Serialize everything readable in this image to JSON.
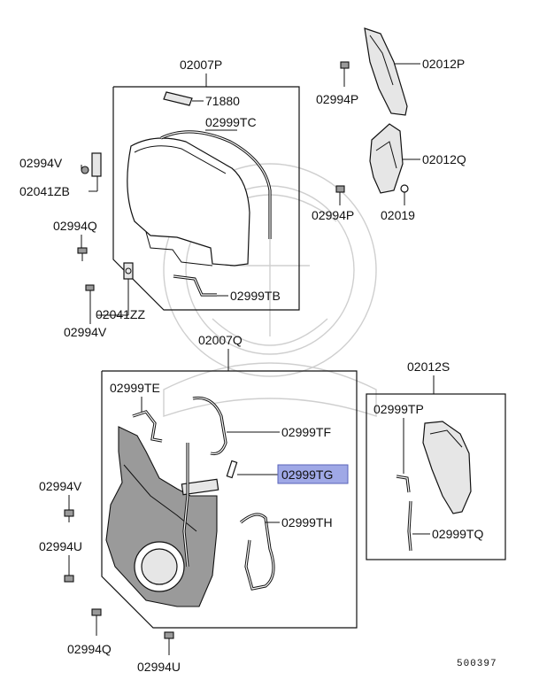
{
  "diagram": {
    "code": "500397",
    "groups": {
      "upper_cover": {
        "label": "02007P"
      },
      "lower_cover": {
        "label": "02007Q"
      },
      "plate_set": {
        "label": "02012S"
      }
    },
    "labels": {
      "p71880": "71880",
      "p02999TC": "02999TC",
      "p02999TB": "02999TB",
      "p02994V_a": "02994V",
      "p02041ZB": "02041ZB",
      "p02994Q_a": "02994Q",
      "p02041ZZ": "02041ZZ",
      "p02994V_b": "02994V",
      "p02012P": "02012P",
      "p02994P_a": "02994P",
      "p02012Q": "02012Q",
      "p02994P_b": "02994P",
      "p02019": "02019",
      "p02999TE": "02999TE",
      "p02999TF": "02999TF",
      "p02999TG": "02999TG",
      "p02999TH": "02999TH",
      "p02994V_c": "02994V",
      "p02994U_a": "02994U",
      "p02994Q_b": "02994Q",
      "p02994U_b": "02994U",
      "p02999TP": "02999TP",
      "p02999TQ": "02999TQ"
    },
    "highlighted": "02999TG",
    "highlight_color": "#9fa8e6"
  }
}
